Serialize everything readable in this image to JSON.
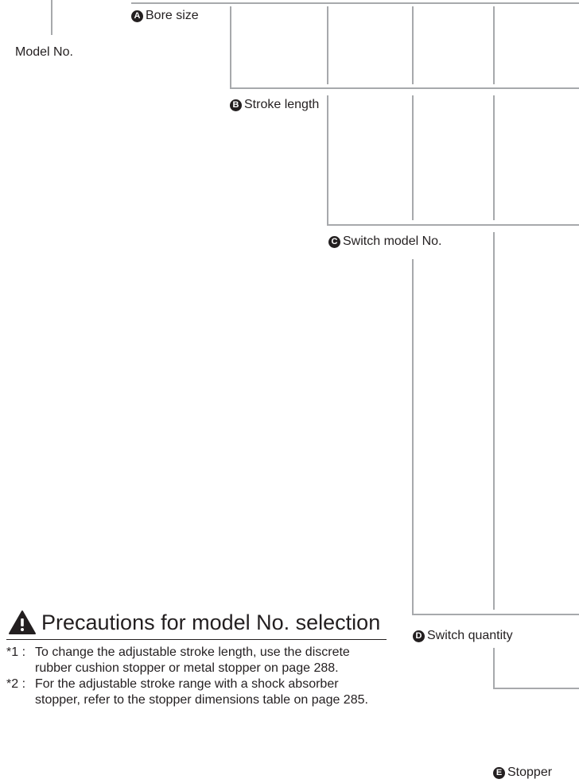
{
  "model_no_label": "Model No.",
  "items": [
    {
      "badge": "A",
      "label": "Bore size"
    },
    {
      "badge": "B",
      "label": "Stroke length"
    },
    {
      "badge": "C",
      "label": "Switch model No."
    },
    {
      "badge": "D",
      "label": "Switch quantity"
    },
    {
      "badge": "E",
      "label": "Stopper"
    }
  ],
  "precautions": {
    "title": "Precautions for model No. selection",
    "notes": [
      {
        "num": "*1 :",
        "text": "To change the adjustable stroke length, use the discrete rubber cushion stopper or metal stopper on page 288."
      },
      {
        "num": "*2 :",
        "text": "For the adjustable stroke range with a shock absorber stopper, refer to the stopper dimensions table on page 285."
      }
    ]
  },
  "colors": {
    "line": "#a7a9ac",
    "text": "#231f20"
  },
  "icons": {
    "warning": "warning-triangle-icon"
  }
}
